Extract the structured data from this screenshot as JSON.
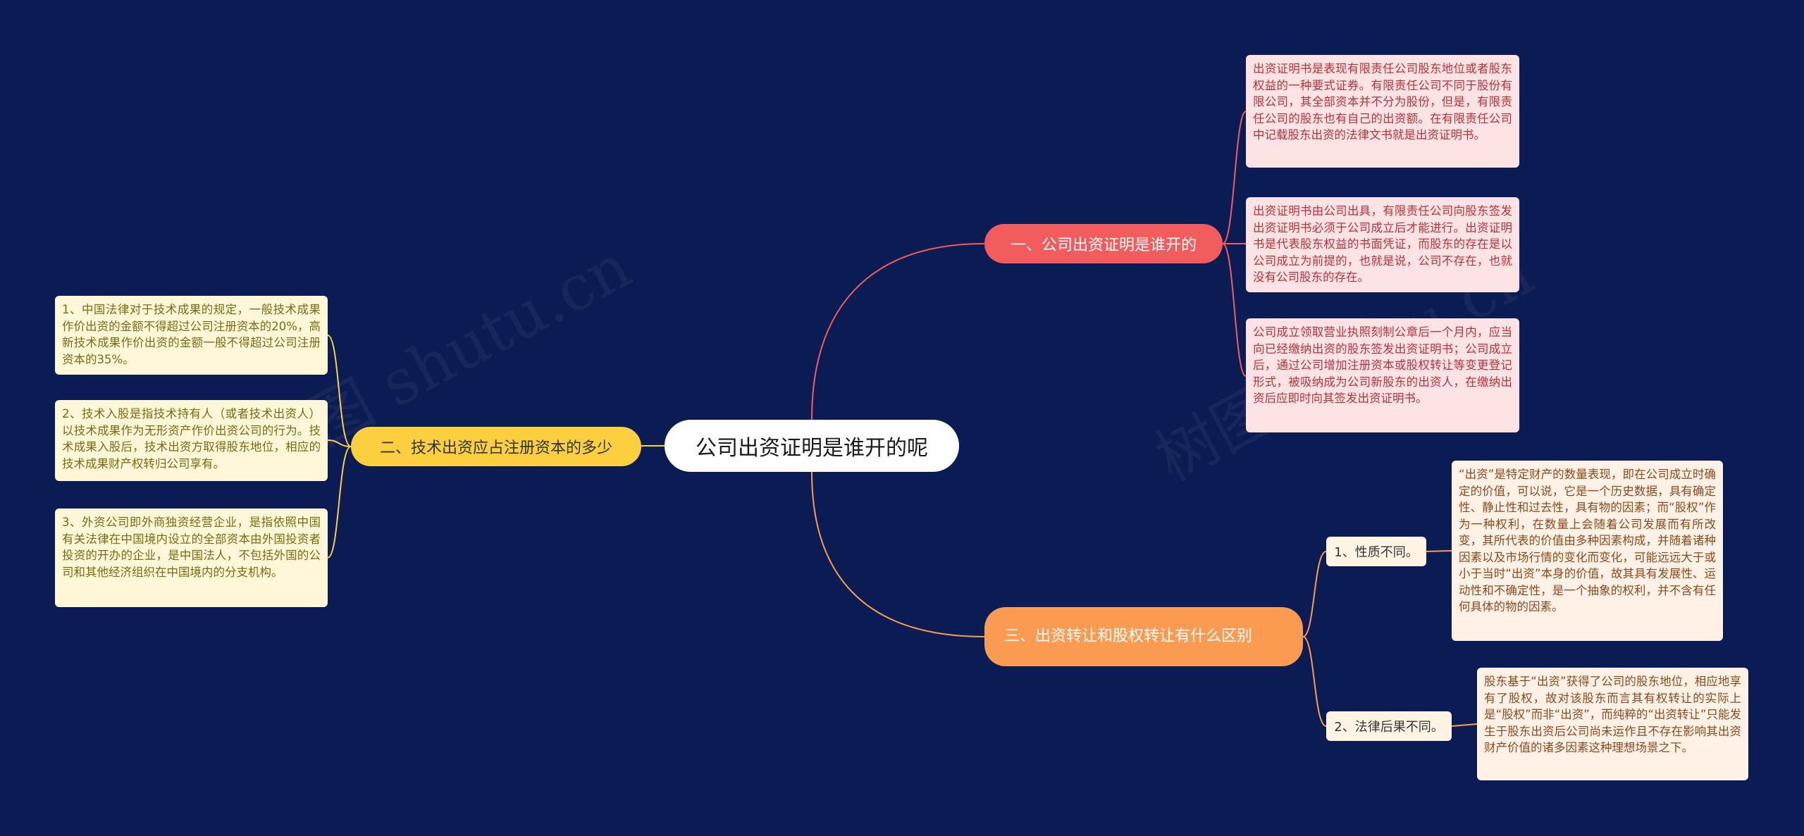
{
  "colors": {
    "background": "#0b1c54",
    "branch_red": "#f25c5c",
    "branch_yellow": "#fbcf3d",
    "branch_orange": "#fb9b51"
  },
  "watermark": "树图 shutu.cn",
  "root": "公司出资证明是谁开的呢",
  "branches": [
    {
      "label": "一、公司出资证明是谁开的",
      "leaves": [
        "出资证明书是表现有限责任公司股东地位或者股东权益的一种要式证券。有限责任公司不同于股份有限公司，其全部资本并不分为股份，但是，有限责任公司的股东也有自己的出资额。在有限责任公司中记载股东出资的法律文书就是出资证明书。",
        "出资证明书由公司出具，有限责任公司向股东签发出资证明书必须于公司成立后才能进行。出资证明书是代表股东权益的书面凭证，而股东的存在是以公司成立为前提的，也就是说，公司不存在，也就没有公司股东的存在。",
        "公司成立领取营业执照刻制公章后一个月内，应当向已经缴纳出资的股东签发出资证明书；公司成立后，通过公司增加注册资本或股权转让等变更登记形式，被吸纳成为公司新股东的出资人，在缴纳出资后应即时向其签发出资证明书。"
      ]
    },
    {
      "label": "二、技术出资应占注册资本的多少",
      "leaves": [
        "1、中国法律对于技术成果的规定，一般技术成果作价出资的金额不得超过公司注册资本的20%，高新技术成果作价出资的金额一般不得超过公司注册资本的35%。",
        "2、技术入股是指技术持有人（或者技术出资人）以技术成果作为无形资产作价出资公司的行为。技术成果入股后，技术出资方取得股东地位，相应的技术成果财产权转归公司享有。",
        "3、外资公司即外商独资经营企业，是指依照中国有关法律在中国境内设立的全部资本由外国投资者投资的开办的企业，是中国法人，不包括外国的公司和其他经济组织在中国境内的分支机构。"
      ]
    },
    {
      "label": "三、出资转让和股权转让有什么区别",
      "subs": [
        {
          "label": "1、性质不同。",
          "leaf": "“出资”是特定财产的数量表现，即在公司成立时确定的价值，可以说，它是一个历史数据，具有确定性、静止性和过去性，具有物的因素；而“股权”作为一种权利，在数量上会随着公司发展而有所改变，其所代表的价值由多种因素构成，并随着诸种因素以及市场行情的变化而变化，可能远远大于或小于当时“出资”本身的价值，故其具有发展性、运动性和不确定性，是一个抽象的权利，并不含有任何具体的物的因素。"
        },
        {
          "label": "2、法律后果不同。",
          "leaf": "股东基于“出资”获得了公司的股东地位，相应地享有了股权，故对该股东而言其有权转让的实际上是“股权”而非“出资”，而纯粹的“出资转让”只能发生于股东出资后公司尚未运作且不存在影响其出资财产价值的诸多因素这种理想场景之下。"
        }
      ]
    }
  ]
}
